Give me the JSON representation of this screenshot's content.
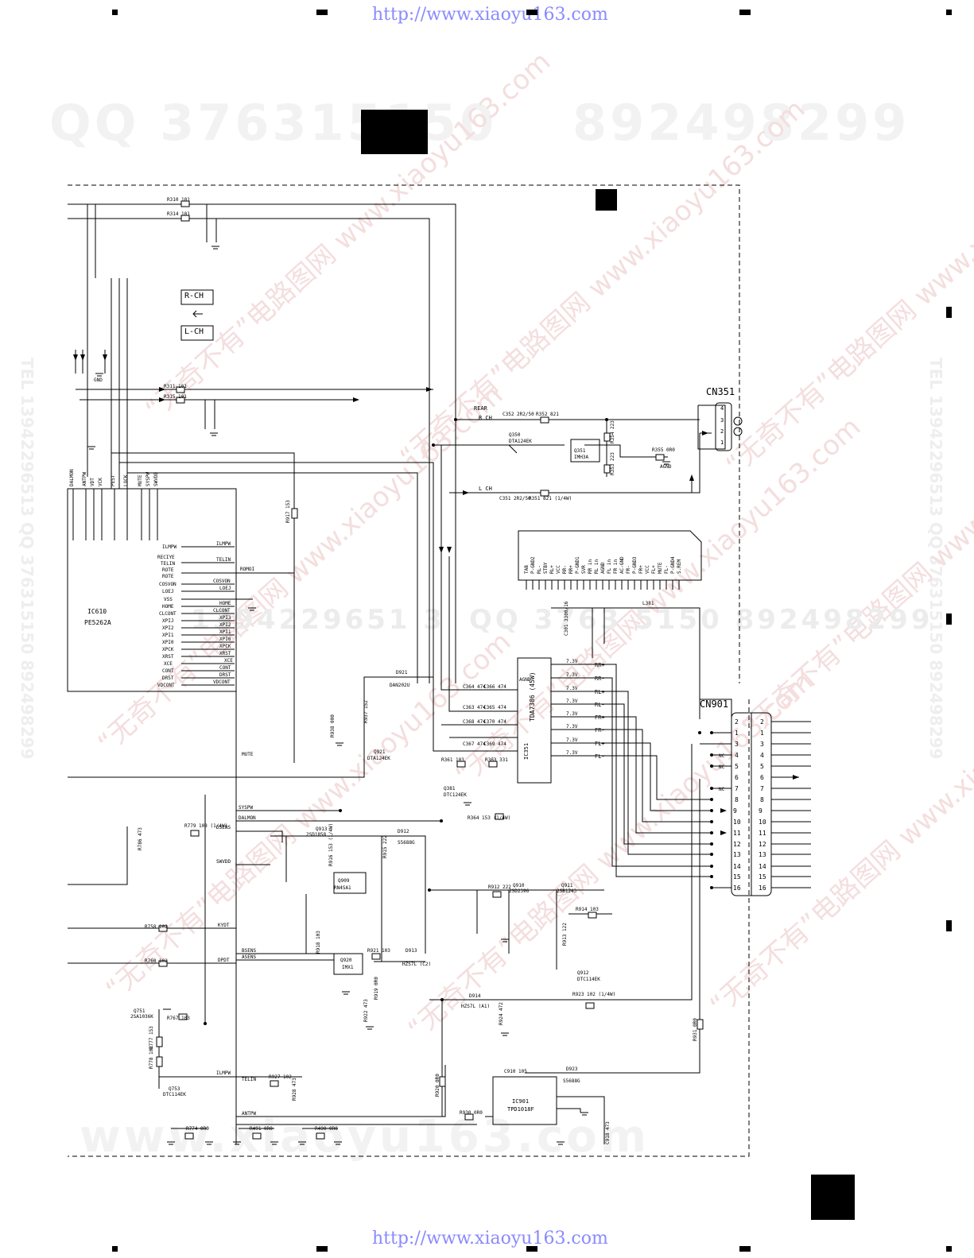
{
  "watermarks": {
    "url_top": "http://www.xiaoyu163.com",
    "url_bottom": "http://www.xiaoyu163.com",
    "qq_left": "QQ 376315150",
    "qq_right": "892498299",
    "diag_text": "“无奇不有”电路图网  www.xiaoyu163.com",
    "side_left": "TEL 13942296513  QQ 376315150  892498299",
    "side_right": "TEL 13942296513  QQ 376315150  892498299",
    "bottom_big": "www.xiaoyu163.com",
    "mid_tel": "1394229651 3",
    "mid_qq": "QQ 3763  5150  892498299"
  },
  "connectors": {
    "cn351": "CN351",
    "cn901": "CN901",
    "cn351_pins": [
      "4",
      "3",
      "2",
      "1"
    ],
    "cn901_left_pins": [
      "2",
      "1",
      "3",
      "4",
      "5",
      "6",
      "7",
      "8",
      "9",
      "10",
      "11",
      "12",
      "13",
      "14",
      "15",
      "16"
    ],
    "cn901_right_pins": [
      "2",
      "1",
      "3",
      "4",
      "5",
      "6",
      "7",
      "8",
      "9",
      "10",
      "11",
      "12",
      "13",
      "14",
      "15",
      "16"
    ]
  },
  "labels": {
    "rch_box": "R-CH",
    "lch_box": "L-CH",
    "rear": "REAR",
    "r_ch": "R CH",
    "l_ch": "L CH",
    "ic610": "IC610",
    "ic610_part": "PE5262A",
    "ic351": "IC351",
    "ic351_part": "TDA7386 (45W)",
    "ic901": "IC901",
    "ic901_part": "TPD1018F",
    "q351": "Q351",
    "q351_part": "IMH3A",
    "q350": "Q350",
    "q350_part": "DTA124EK",
    "q921": "Q921",
    "q921_part": "DTA124EK",
    "q913": "Q913",
    "q913_part": "2SD1858",
    "q920": "Q920",
    "q920_part": "IMX1",
    "q909": "Q909",
    "q909_part": "RN4SA1",
    "q910": "Q910",
    "q910_part": "2SD2396",
    "q911": "Q911",
    "q911_part": "2SB1243",
    "q912": "Q912",
    "q912_part": "DTC114EK",
    "q751": "Q751",
    "q751_part": "2SA1036K",
    "q753": "Q753",
    "q753_part": "DTC114EK",
    "q381": "Q381",
    "q381_part": "DTC124EK",
    "d921": "D921",
    "d921_part": "DAN202U",
    "d912": "D912",
    "d912_part": "S5688G",
    "d913": "D913",
    "d913_part": "HZS7L (C2)",
    "d914": "D914",
    "d914_part": "HZS7L (A1)",
    "d923": "D923",
    "d923_part": "S5688G",
    "l381": "L381",
    "gnd": "GND",
    "agnd": "AGND",
    "nc": "NC"
  },
  "ic610_pins_right": [
    "ILMPW",
    "RECIYE",
    "TELIN",
    "ROTE",
    "ROTE",
    "COSVON",
    "LOEJ",
    "VSS",
    "HOME",
    "CLCONT",
    "XPIJ",
    "XPI2",
    "XPI1",
    "XPI0",
    "XPCK",
    "XRST",
    "XCE",
    "CONT",
    "DRST",
    "VDCONT"
  ],
  "ic610_pins_top": [
    "DALMON",
    "ANTPW",
    "VDT",
    "VCK",
    "PEST",
    "LOCK",
    "MUTE",
    "SYSPW",
    "SWVDD"
  ],
  "tda_pins": [
    "TAB",
    "P-GND2",
    "RL-",
    "STBY",
    "RL+",
    "VCC",
    "RR-",
    "RR+",
    "P-GND1",
    "SVR",
    "RR in",
    "RL in",
    "AGND",
    "FL in",
    "FR in",
    "AC-GND",
    "FR-",
    "P-GND3",
    "FR+",
    "VCC",
    "FL+",
    "MUTE",
    "FL-",
    "P-GND4",
    "S.REM"
  ],
  "speaker_outputs": [
    "RR+",
    "RR-",
    "RL+",
    "RL-",
    "FR+",
    "FR-",
    "FL+",
    "FL-"
  ],
  "speaker_voltage": "7.3V",
  "ic610_signals": [
    "ILMPW",
    "TELIN",
    "ROMOI",
    "COSVON",
    "LOEJ",
    "HOME",
    "CLCONT",
    "XPI3",
    "XPI2",
    "XPI1",
    "XPI0",
    "XPCK",
    "XRST",
    "XCE",
    "CONT",
    "DRST",
    "VDCONT"
  ],
  "bottom_signals": [
    "MUTE",
    "SYSPW",
    "DALMON",
    "DSENS",
    "SWVDD",
    "KYDT",
    "BSENS",
    "ASENS",
    "DPDT",
    "ILMPW",
    "TELIN",
    "ANTPW"
  ],
  "resistors": [
    "R310 101",
    "R314 101",
    "R311 101",
    "R315 101",
    "R352 821",
    "R351 821 (1/4W)",
    "R354 223",
    "R353 223",
    "R355 0R0",
    "R917 153",
    "R937 152",
    "R938 000",
    "R361 103",
    "R363 331",
    "R364 153 (1/4W)",
    "R921 103",
    "R922 473",
    "R923 102 (1/4W)",
    "R924 472",
    "R930 0R0",
    "R931 0R0",
    "R758 102",
    "R760 102",
    "R767 103",
    "R777 153",
    "R778 102",
    "R779 103 (1/4W)",
    "R786 473",
    "R927 102",
    "R928 473",
    "R774 0R0",
    "R491 0R0",
    "R490 0R0",
    "R918 103",
    "R919 0R0",
    "R916 153 (1/4W)",
    "R915 222",
    "R914 103",
    "R913 122",
    "R912 222",
    "R920 0R0"
  ],
  "capacitors": [
    "C352 2R2/50",
    "C351 2R2/50",
    "C364 474",
    "C363 474",
    "C368 474",
    "C367 474",
    "C366 474",
    "C365 474",
    "C370 474",
    "C369 474",
    "C301 3300/16",
    "C910 105",
    "C918 473"
  ]
}
